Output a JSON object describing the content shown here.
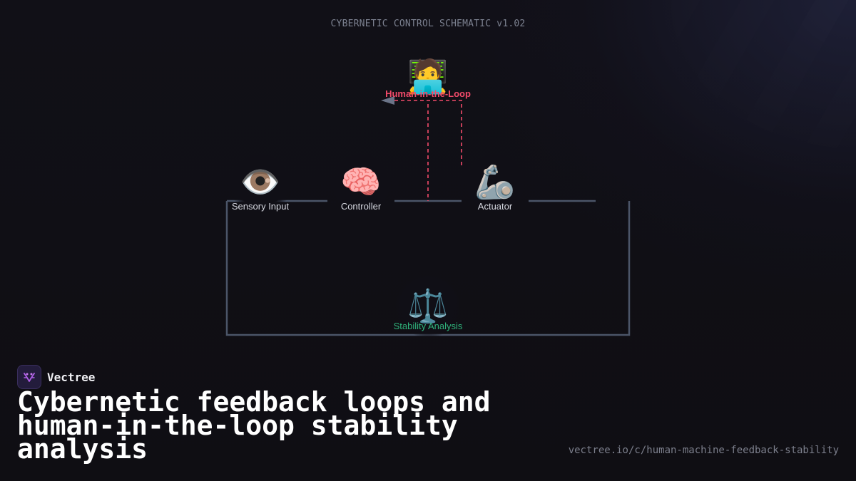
{
  "header": {
    "schematic_title": "CYBERNETIC CONTROL SCHEMATIC v1.02"
  },
  "diagram": {
    "nodes": {
      "sensory": {
        "label": "Sensory Input",
        "icon": "eye-icon",
        "glyph": "👁️"
      },
      "controller": {
        "label": "Controller",
        "icon": "brain-icon",
        "glyph": "🧠"
      },
      "actuator": {
        "label": "Actuator",
        "icon": "mechanical-arm-icon",
        "glyph": "🦾"
      },
      "human": {
        "label": "Human-in-the-Loop",
        "icon": "person-at-laptop-icon",
        "glyph": "🧑‍💻"
      },
      "stability": {
        "label": "Stability Analysis",
        "icon": "balance-scale-icon",
        "glyph": "⚖️"
      }
    },
    "colors": {
      "loop_line": "#4b5568",
      "human_link": "#f24b6a",
      "human_label": "#f24b6a",
      "stability_label": "#2fb37b",
      "arrow": "#6b7488"
    }
  },
  "brand": {
    "name": "Vectree",
    "logo_icon": "vectree-logo-icon"
  },
  "headline": "Cybernetic feedback loops and human-in-the-loop stability analysis",
  "footer": {
    "url": "vectree.io/c/human-machine-feedback-stability"
  }
}
